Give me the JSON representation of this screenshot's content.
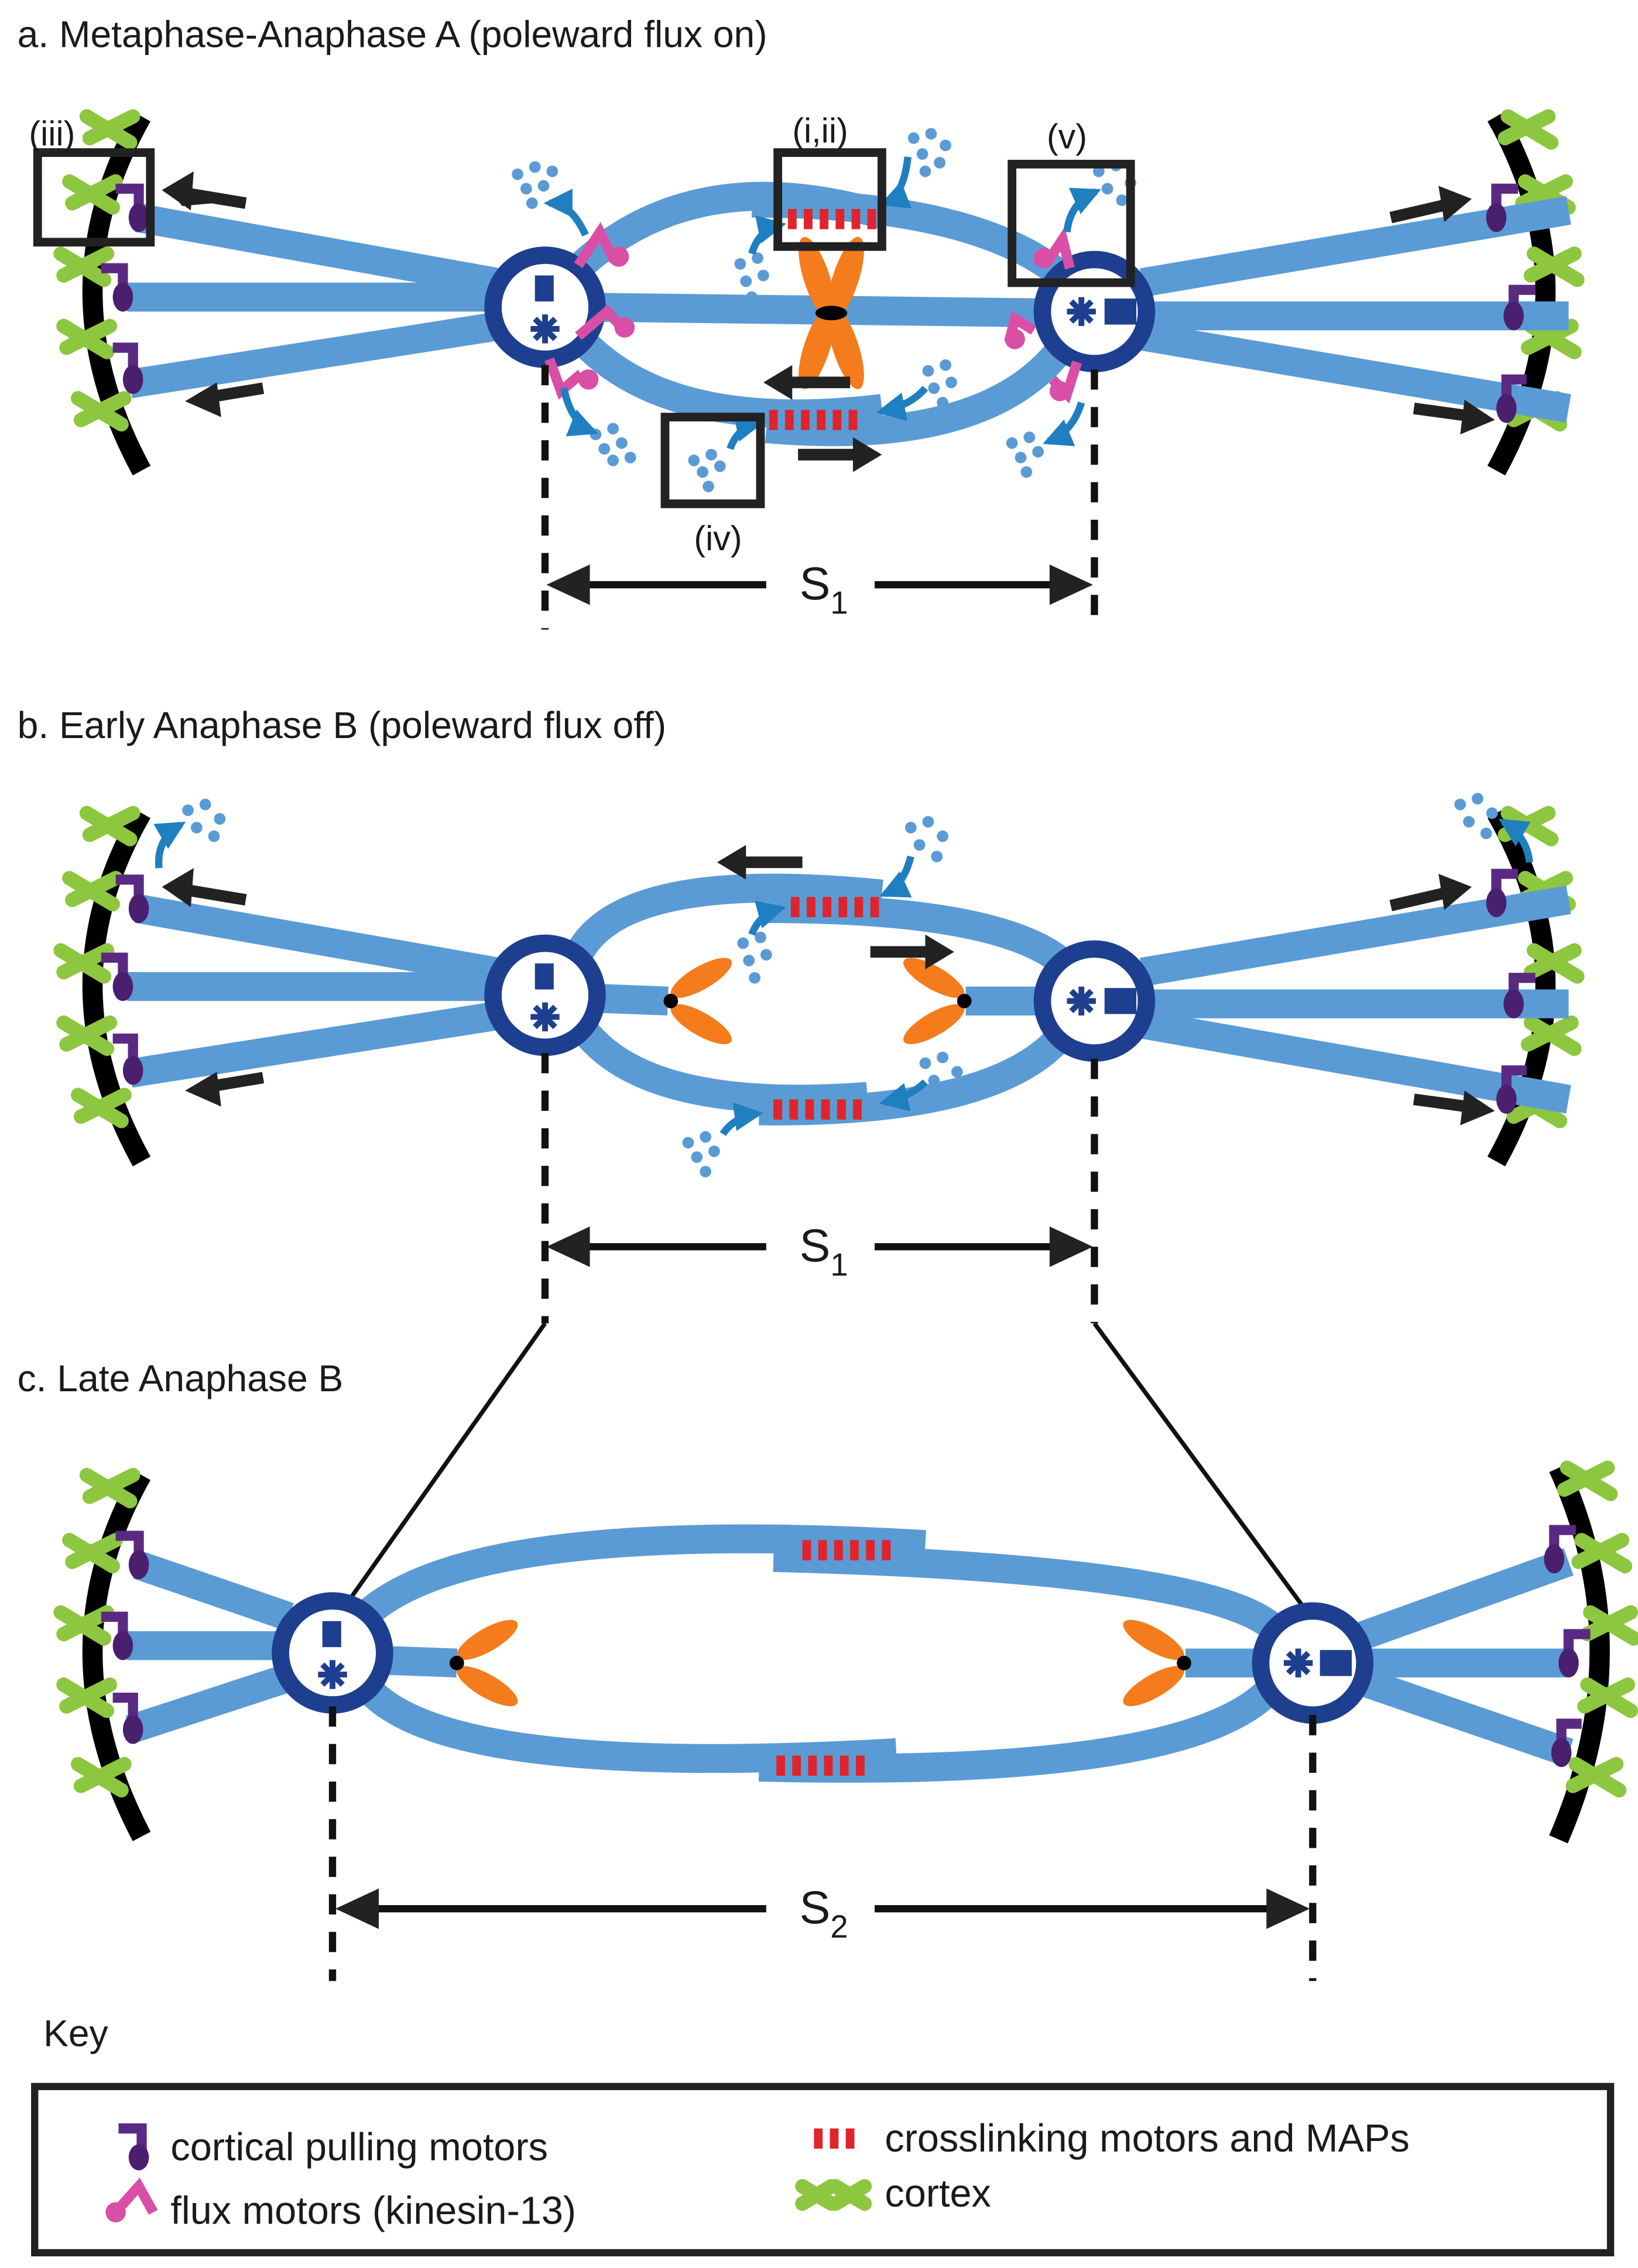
{
  "panels": {
    "a": {
      "title": "a. Metaphase-Anaphase A (poleward flux on)"
    },
    "b": {
      "title": "b. Early Anaphase B (poleward flux off)"
    },
    "c": {
      "title": "c. Late Anaphase B"
    }
  },
  "box_labels": {
    "i_ii": "(i,ii)",
    "iii": "(iii)",
    "iv": "(iv)",
    "v": "(v)"
  },
  "spacing": {
    "s1_a": {
      "letter": "S",
      "sub": "1"
    },
    "s1_b": {
      "letter": "S",
      "sub": "1"
    },
    "s2_c": {
      "letter": "S",
      "sub": "2"
    }
  },
  "key": {
    "title": "Key",
    "items": [
      {
        "label": "cortical pulling motors",
        "icon": "cortical-pulling-motor-icon",
        "color": "#4a1f6e"
      },
      {
        "label": "flux motors (kinesin-13)",
        "icon": "flux-motor-icon",
        "color": "#d94fa6"
      },
      {
        "label": "crosslinking motors and MAPs",
        "icon": "crosslinker-icon",
        "color": "#e0242b"
      },
      {
        "label": "cortex",
        "icon": "cortex-icon",
        "color": "#8dc63f"
      }
    ]
  },
  "colors": {
    "microtubule": "#5b9bd5",
    "spindle_pole": "#1e3f8f",
    "chromosome": "#f57c1c",
    "crosslinker": "#e0242b",
    "flux_motor": "#d94fa6",
    "cortical_motor": "#4a1f6e",
    "cortex": "#8dc63f"
  }
}
